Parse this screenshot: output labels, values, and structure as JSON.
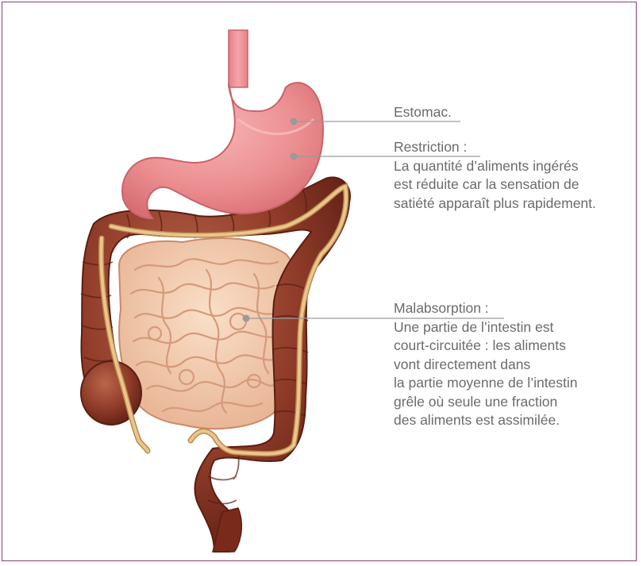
{
  "colors": {
    "frame": "#8b3f72",
    "stomach": "#ec8f91",
    "colon": "#8e3a28",
    "small_intestine": "#f3c8a8",
    "bypass_limb": "#e2b27a",
    "leader_line": "#9a9a9a",
    "text": "#6b6b6b"
  },
  "labels": {
    "estomac": {
      "title": "Estomac."
    },
    "restriction": {
      "title": "Restriction :",
      "desc": "La quantité d’aliments ingérés\nest réduite car la sensation de\nsatiété apparaît plus rapidement."
    },
    "malabsorption": {
      "title": "Malabsorption :",
      "desc": "Une partie de l’intestin est\ncourt-circuitée : les aliments\nvont directement dans\nla partie moyenne de l’intestin\ngrêle où seule une fraction\ndes aliments est assimilée."
    }
  }
}
